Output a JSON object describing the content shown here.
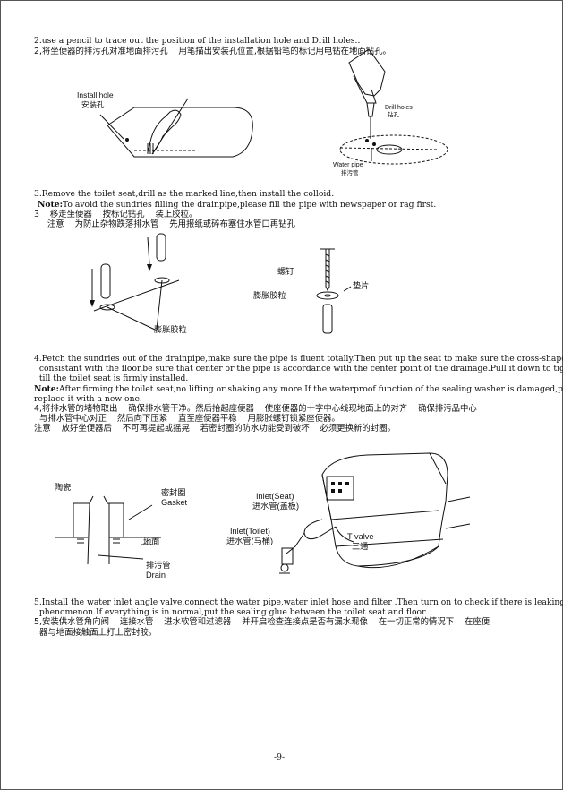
{
  "step2": {
    "en": "2.use a pencil to trace out the position of the installation hole and Drill holes..",
    "cn": "2,将坐便器的排污孔对准地面排污孔    用笔描出安装孔位置,根据铅笔的标记用电钻在地面钻孔。"
  },
  "fig1": {
    "install_hole_en": "Install hole",
    "install_hole_cn": "安装孔",
    "drill_holes_en": "Drill holes",
    "drill_holes_cn": "钻孔",
    "water_pipe_en": "Water pipe",
    "water_pipe_cn": "排污管"
  },
  "step3": {
    "en": "3.Remove the toilet seat,drill as the marked line,then install the colloid.",
    "note_label": "Note:",
    "note_text": "To avoid the sundries filling the drainpipe,please fill the pipe with newspaper or rag first.",
    "cn1": "3    移走坐便器    按标记钻孔    装上胶粒。",
    "cn2": "     注意    为防止杂物跌落排水管    先用报纸或碎布塞住水管口再钻孔"
  },
  "fig2": {
    "screw": "螺钉",
    "washer": "垫片",
    "expansion_left": "膨胀胶粒",
    "expansion_bottom": "膨胀胶粒"
  },
  "step4": {
    "en1": "4.Fetch the sundries out of the drainpipe,make sure the pipe is fluent totally.Then put up the seat to make sure the cross-shaped line",
    "en2": "  consistant with the floor,be sure that center or the pipe is accordance with the center point of the drainage.Pull it down to tight it",
    "en3": "  till the toilet seat is firmly installed.",
    "note_label": "Note:",
    "note_text1": "After firming the toilet seat,no lifting or shaking any more.If the waterproof function of the sealing washer is damaged,please",
    "note_text2": "replace it with a new one.",
    "cn1": "4,将排水管的堵物取出    确保排水管干净。然后抬起座便器    使座便器的十字中心线现地面上的对齐    确保排污品中心",
    "cn2": "  与排水管中心对正    然后向下压紧    直至座便器平稳    用膨胀螺钉锁紧座便器。",
    "cn3": "注意    放好坐便器后    不可再提起或摇晃    若密封圈的防水功能受到破坏    必须更换新的封圈。"
  },
  "fig3": {
    "ceramic": "陶瓷",
    "gasket_cn": "密封圈",
    "gasket_en": "Gasket",
    "floor": "地面",
    "drain_cn": "排污管",
    "drain_en": "Drain"
  },
  "fig4": {
    "inlet_seat_en": "Inlet(Seat)",
    "inlet_seat_cn": "进水管(盖板)",
    "inlet_toilet_en": "Inlet(Toilet)",
    "inlet_toilet_cn": "进水管(马桶)",
    "t_valve_en": "T valve",
    "t_valve_cn": "三通"
  },
  "step5": {
    "en1": "5.Install the water inlet angle valve,connect the water pipe,water inlet hose and filter .Then turn on to check if there is leaking",
    "en2": "  phenomenon.If everything is in normal,put the sealing glue between the toilet seat and floor.",
    "cn1": "5,安装供水管角向阀    连接水管    进水软管和过滤器    并开启检查连接点是否有漏水现像    在一切正常的情况下    在座便",
    "cn2": "  器与地面接触面上打上密封胶。"
  },
  "page_number": "-9-"
}
